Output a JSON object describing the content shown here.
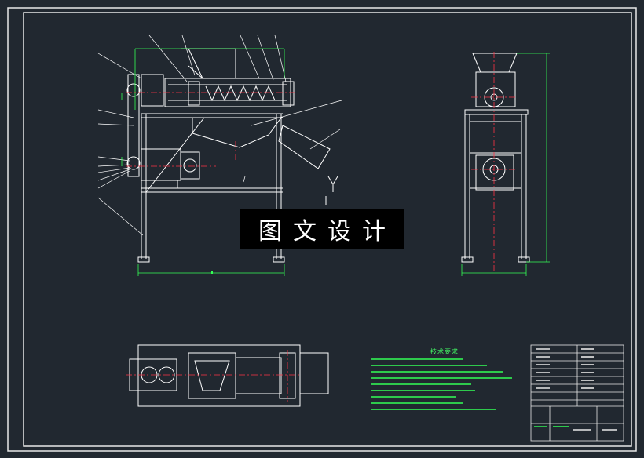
{
  "drawing": {
    "title": "机械装配图",
    "watermark": "图文设计",
    "technical_requirements_title": "技术要求",
    "colors": {
      "background": "#212830",
      "frame": "#e8e8e8",
      "outline": "#ffffff",
      "dimension": "#33ff55",
      "centerline": "#ff3344",
      "leader": "#ffffff",
      "title_block": "#e8e8e8"
    },
    "icons": [
      "front-view",
      "side-view",
      "top-view",
      "title-block",
      "dimension-lines",
      "leader-lines"
    ]
  }
}
